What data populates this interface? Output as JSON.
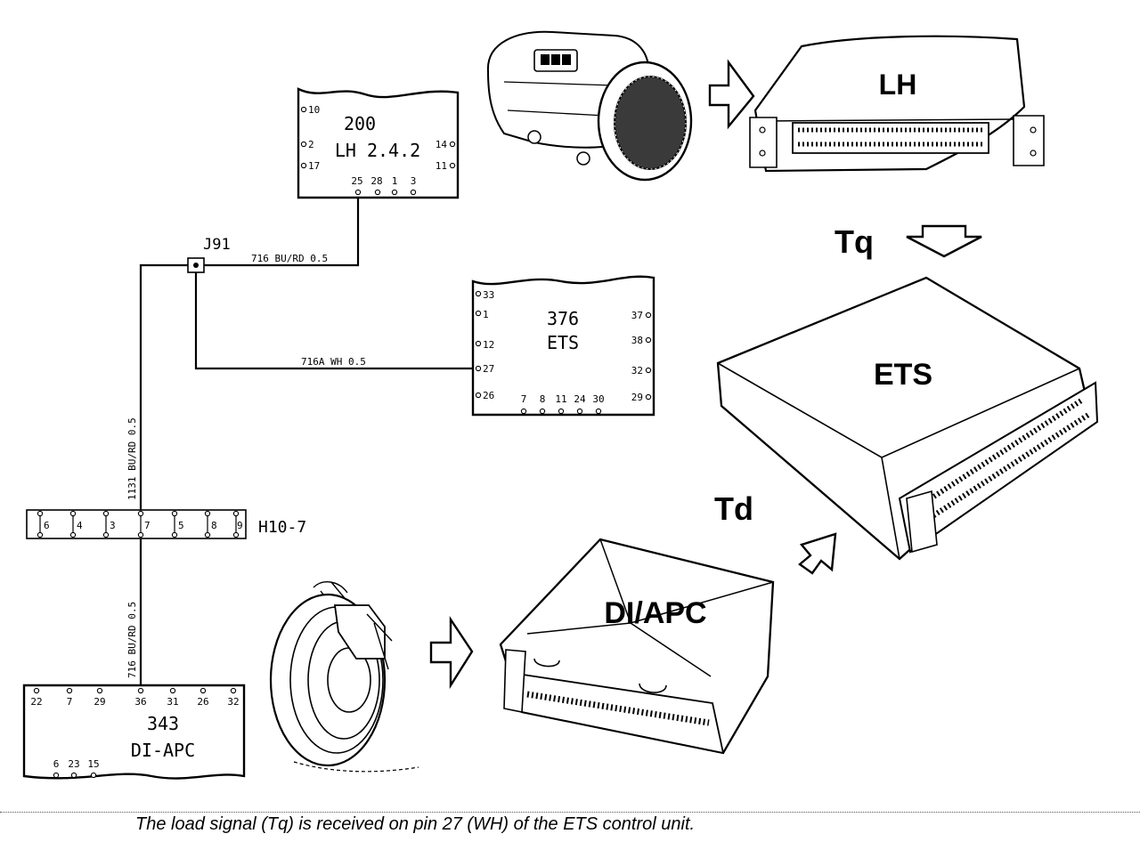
{
  "ecu200": {
    "number": "200",
    "name": "LH  2.4.2",
    "left_pins": [
      "10",
      "2",
      "17"
    ],
    "right_pins": [
      "14",
      "11"
    ],
    "bottom_pins": [
      "25",
      "28",
      "1",
      "3"
    ]
  },
  "ecu376": {
    "number": "376",
    "name": "ETS",
    "left_pins": [
      "33",
      "1",
      "12",
      "27",
      "26"
    ],
    "right_pins": [
      "37",
      "38",
      "32",
      "29"
    ],
    "bottom_pins": [
      "7",
      "8",
      "11",
      "24",
      "30"
    ]
  },
  "ecu343": {
    "number": "343",
    "name": "DI-APC",
    "top_pins": [
      "22",
      "7",
      "29",
      "36",
      "31",
      "26",
      "32"
    ],
    "bottom_pins": [
      "6",
      "23",
      "15"
    ]
  },
  "junction": {
    "label": "J91"
  },
  "connector": {
    "label": "H10-7",
    "pins": [
      "6",
      "4",
      "3",
      "7",
      "5",
      "8",
      "9"
    ]
  },
  "wires": {
    "w716_top": "716  BU/RD  0.5",
    "w716a": "716A  WH  0.5",
    "w1131": "1131  BU/RD  0.5",
    "w716_bottom": "716  BU/RD  0.5"
  },
  "components": {
    "lh": "LH",
    "ets": "ETS",
    "diapc": "DI/APC"
  },
  "signals": {
    "tq": "Tq",
    "td": "Td"
  },
  "caption": "The load signal (Tq) is received on pin 27 (WH) of the ETS control unit."
}
